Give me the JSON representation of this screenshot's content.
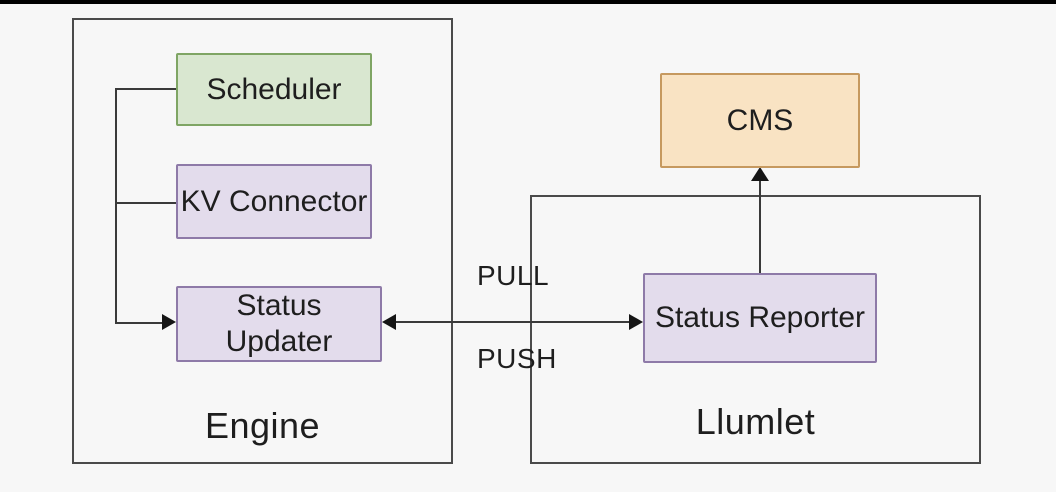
{
  "engine": {
    "label": "Engine",
    "nodes": {
      "scheduler": {
        "label": "Scheduler"
      },
      "kv_connector": {
        "label": "KV Connector"
      },
      "status_updater": {
        "line1": "Status",
        "line2": "Updater"
      }
    }
  },
  "llumlet": {
    "label": "Llumlet",
    "nodes": {
      "status_reporter": {
        "label": "Status Reporter"
      }
    }
  },
  "cms": {
    "label": "CMS"
  },
  "edges": {
    "pull_label": "PULL",
    "push_label": "PUSH"
  },
  "colors": {
    "background": "#f7f7f7",
    "container_border": "#4a4a4a",
    "line": "#3a3a3a",
    "text": "#1e1e1e",
    "scheduler_fill": "#d9e7d0",
    "scheduler_border": "#7fa564",
    "purple_fill": "#e3dcec",
    "purple_border": "#8e7aa8",
    "cms_fill": "#f9e3c3",
    "cms_border": "#c6995f"
  }
}
